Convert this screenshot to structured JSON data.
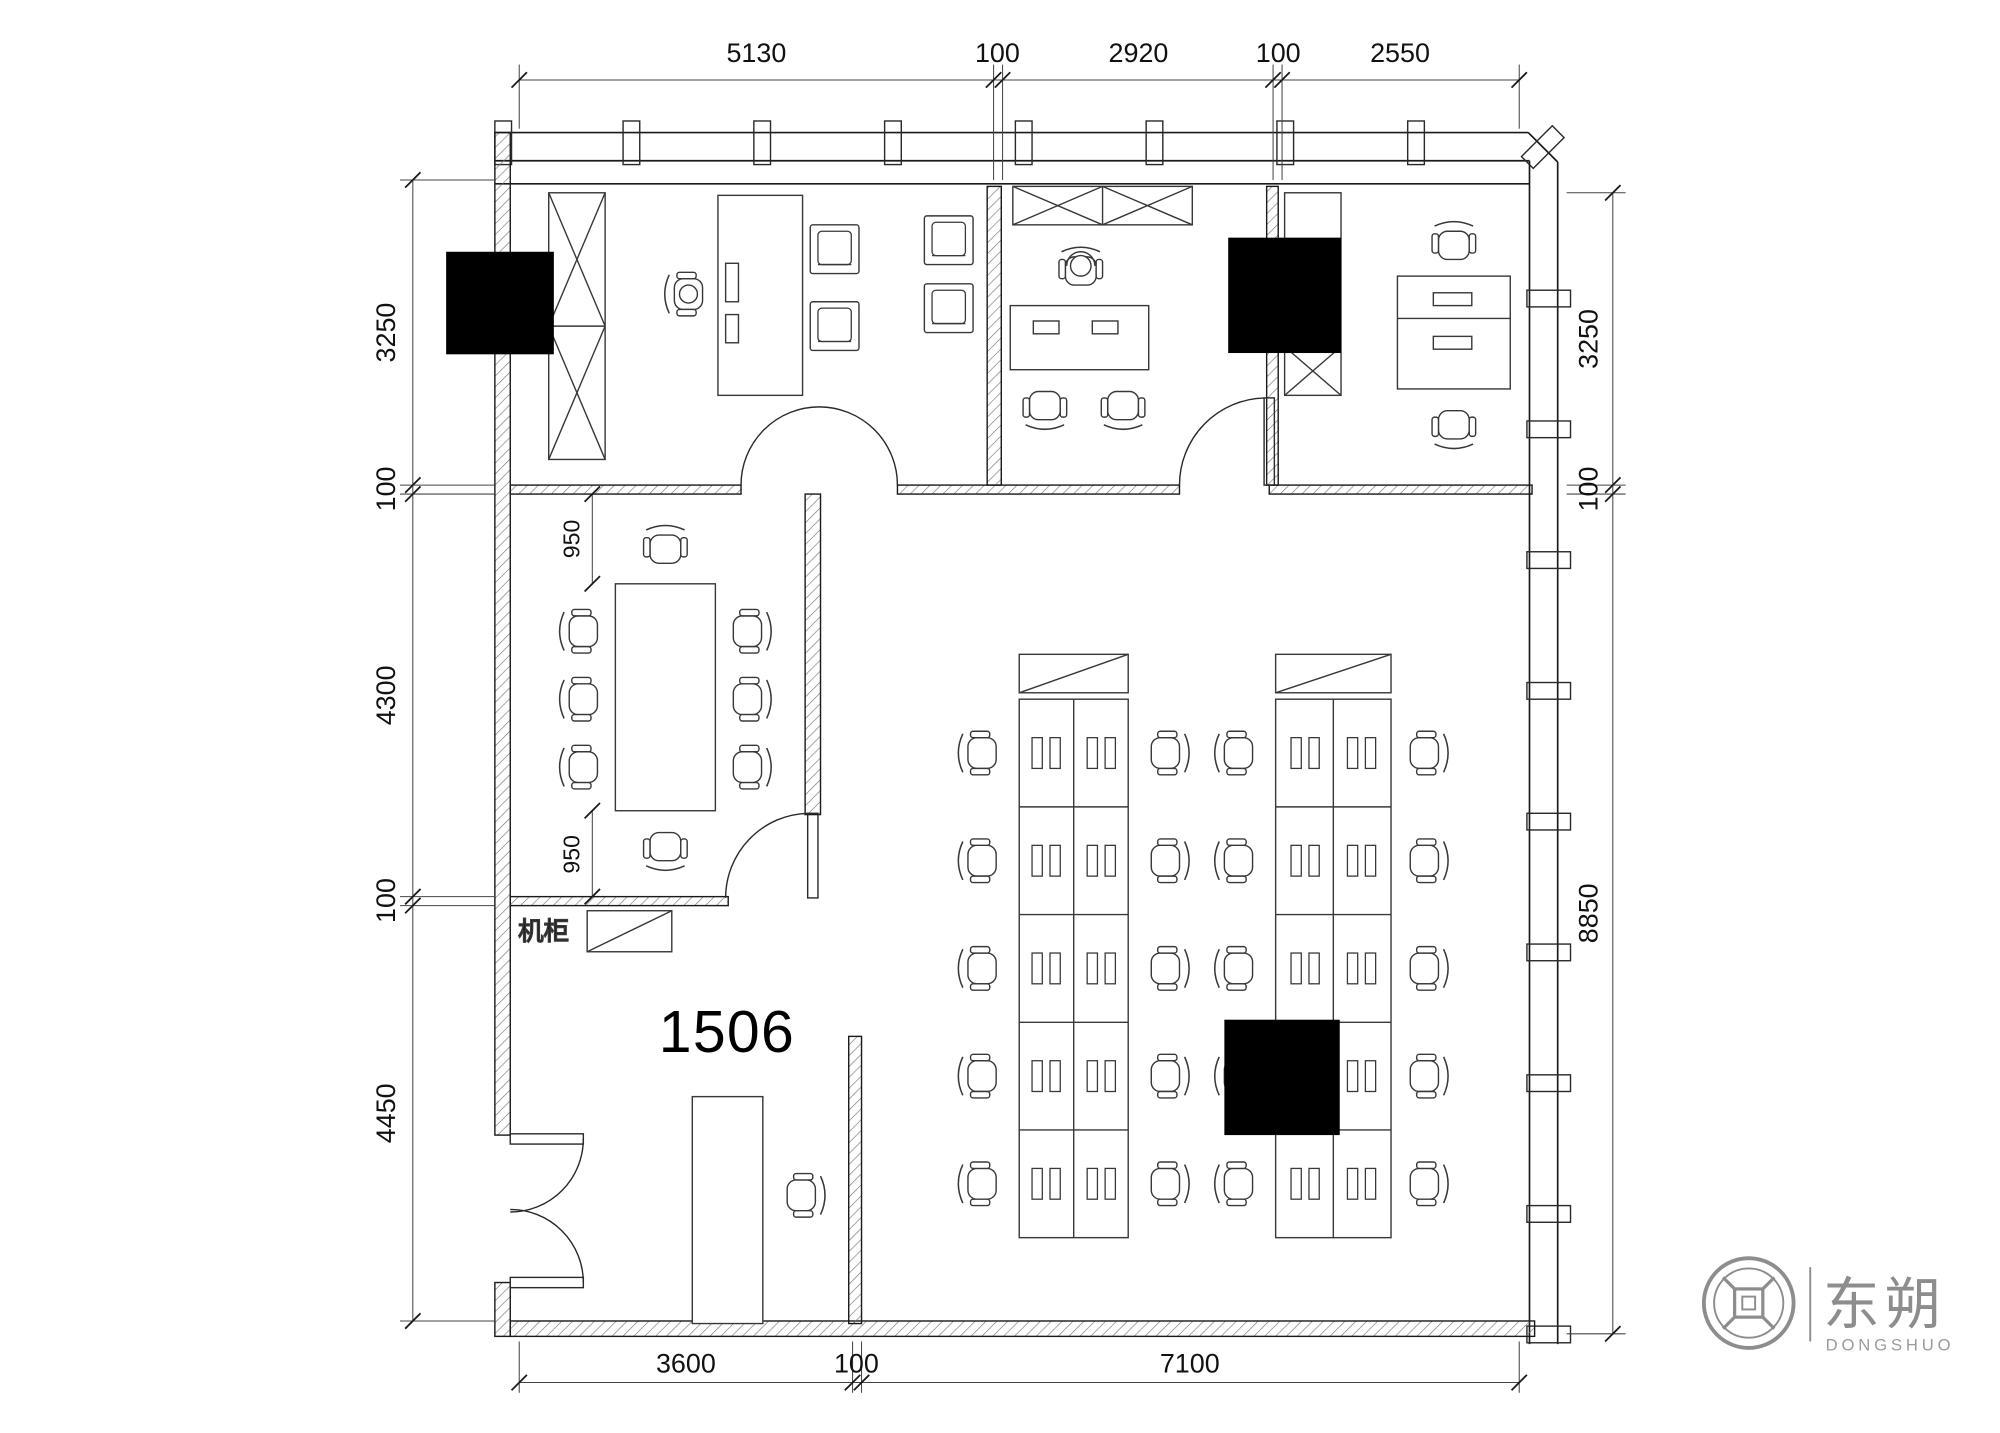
{
  "plan": {
    "room_number": "1506",
    "labels": {
      "server_cabinet": "机柜"
    },
    "dimensions": {
      "top": [
        "5130",
        "100",
        "2920",
        "100",
        "2550"
      ],
      "left": [
        "3250",
        "100",
        "4300",
        "100",
        "4450"
      ],
      "right": [
        "3250",
        "100",
        "8850"
      ],
      "bottom": [
        "3600",
        "100",
        "7100"
      ],
      "meeting_top": "950",
      "meeting_bottom": "950"
    }
  },
  "logo": {
    "cn": "东朔",
    "en": "DONGSHUO"
  }
}
